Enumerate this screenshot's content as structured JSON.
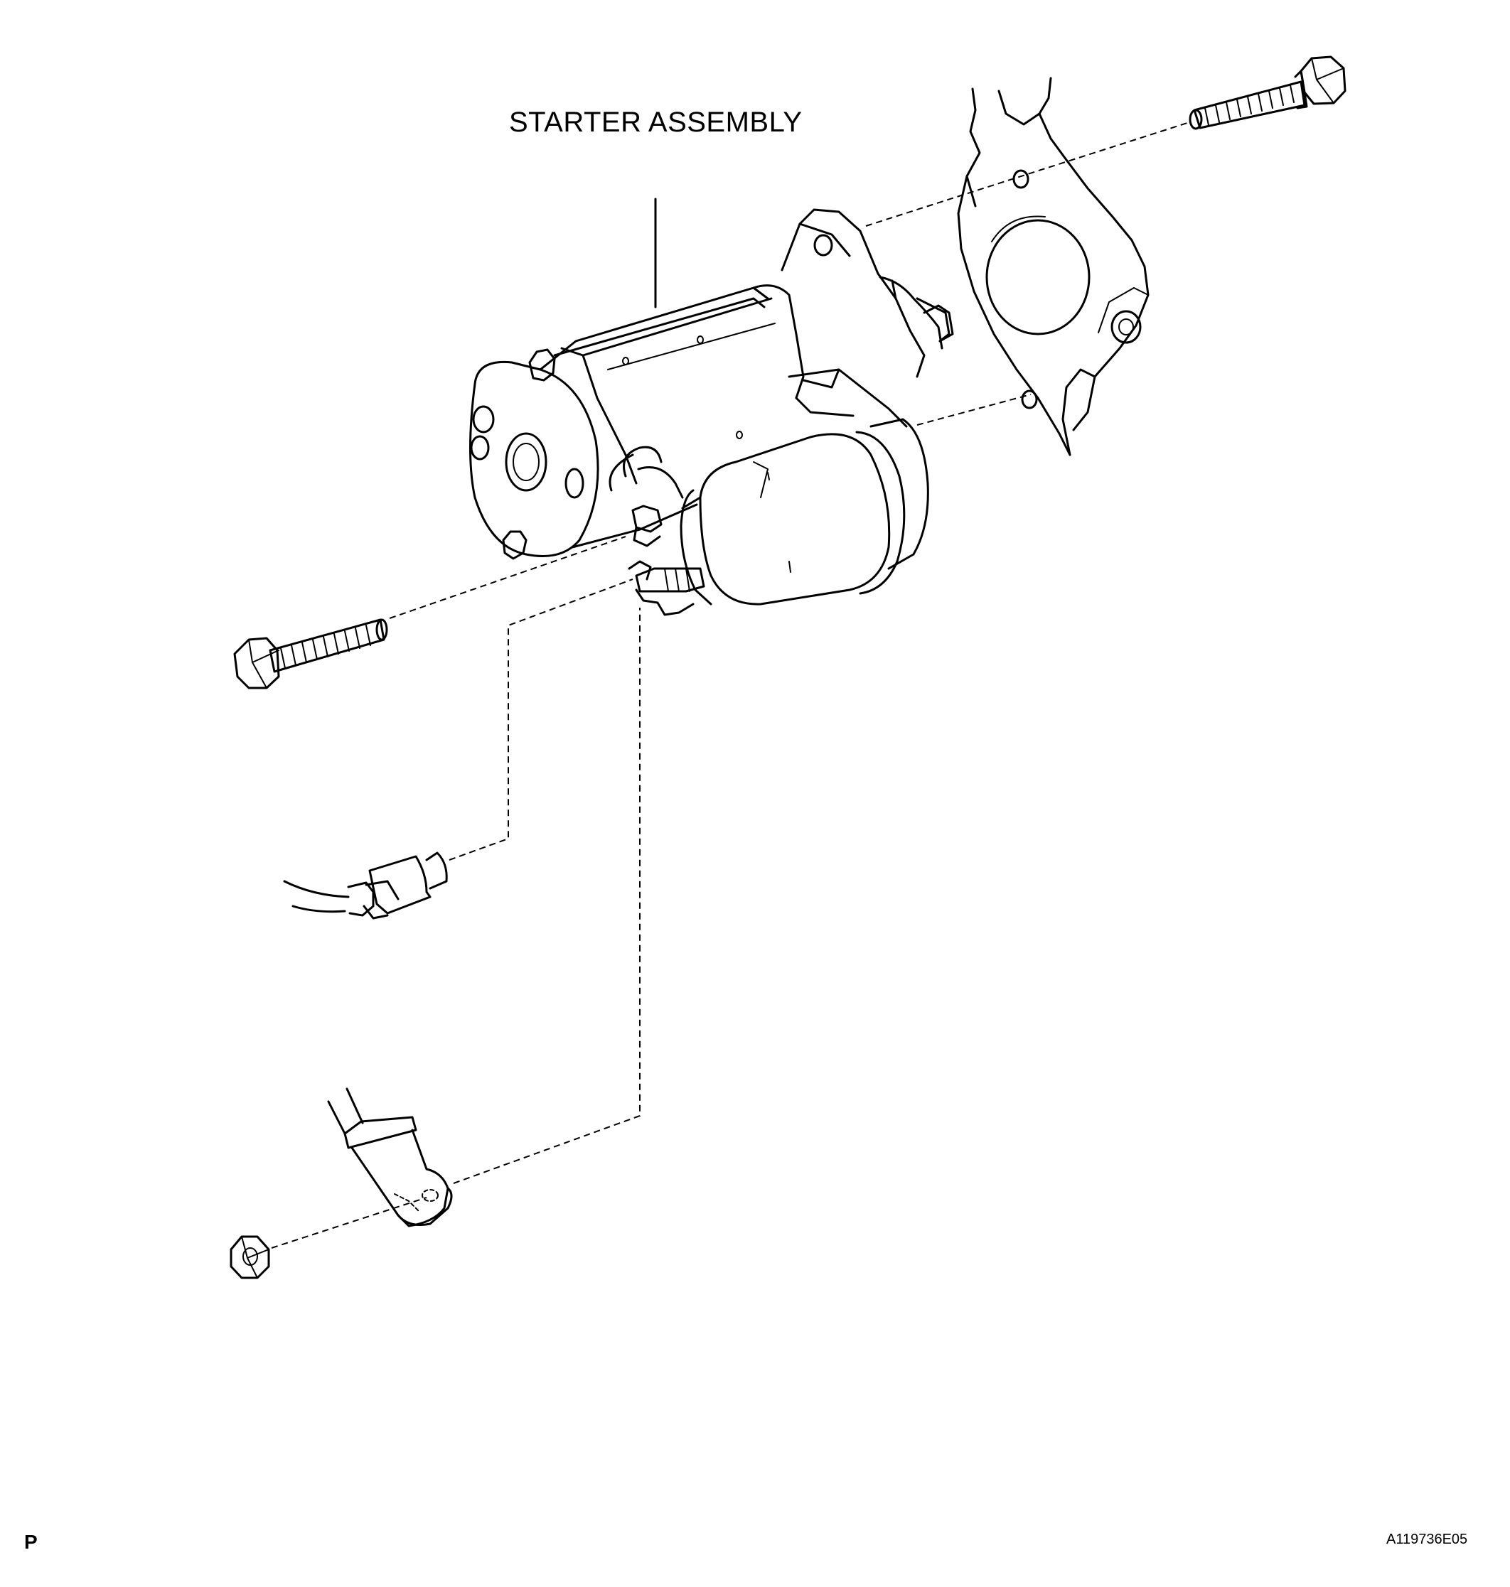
{
  "diagram": {
    "title_label": "STARTER ASSEMBLY",
    "corner_mark": "P",
    "figure_code": "A119736E05"
  }
}
